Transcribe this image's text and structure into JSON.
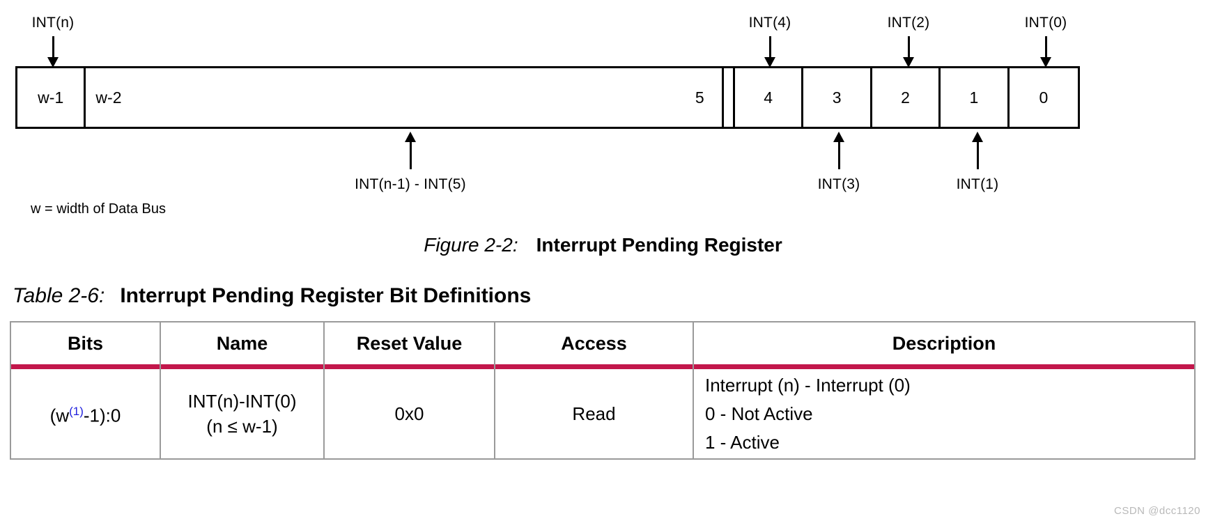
{
  "figure": {
    "caption_label": "Figure 2-2:",
    "caption_title": "Interrupt Pending Register",
    "note": "w = width of Data Bus",
    "bit_cells": [
      {
        "label": "w-1"
      },
      {
        "label": "w-2"
      },
      {
        "label": "5"
      },
      {
        "label": "4"
      },
      {
        "label": "3"
      },
      {
        "label": "2"
      },
      {
        "label": "1"
      },
      {
        "label": "0"
      }
    ],
    "callouts_top": [
      {
        "label": "INT(n)"
      },
      {
        "label": "INT(4)"
      },
      {
        "label": "INT(2)"
      },
      {
        "label": "INT(0)"
      }
    ],
    "callouts_bottom": [
      {
        "label": "INT(n-1) - INT(5)"
      },
      {
        "label": "INT(3)"
      },
      {
        "label": "INT(1)"
      }
    ]
  },
  "table": {
    "title_label": "Table 2-6:",
    "title_name": "Interrupt Pending Register Bit Definitions",
    "header_rule_color": "#c2174b",
    "columns": [
      "Bits",
      "Name",
      "Reset Value",
      "Access",
      "Description"
    ],
    "rows": [
      {
        "bits_prefix": "(w",
        "bits_footnote": "(1)",
        "bits_suffix": "-1):0",
        "name_line1": "INT(n)-INT(0)",
        "name_line2": "(n ≤ w-1)",
        "reset_value": "0x0",
        "access": "Read",
        "description_line1": "Interrupt (n) - Interrupt (0)",
        "description_line2": "0 - Not Active",
        "description_line3": "1 - Active"
      }
    ]
  },
  "watermark": "CSDN @dcc1120"
}
